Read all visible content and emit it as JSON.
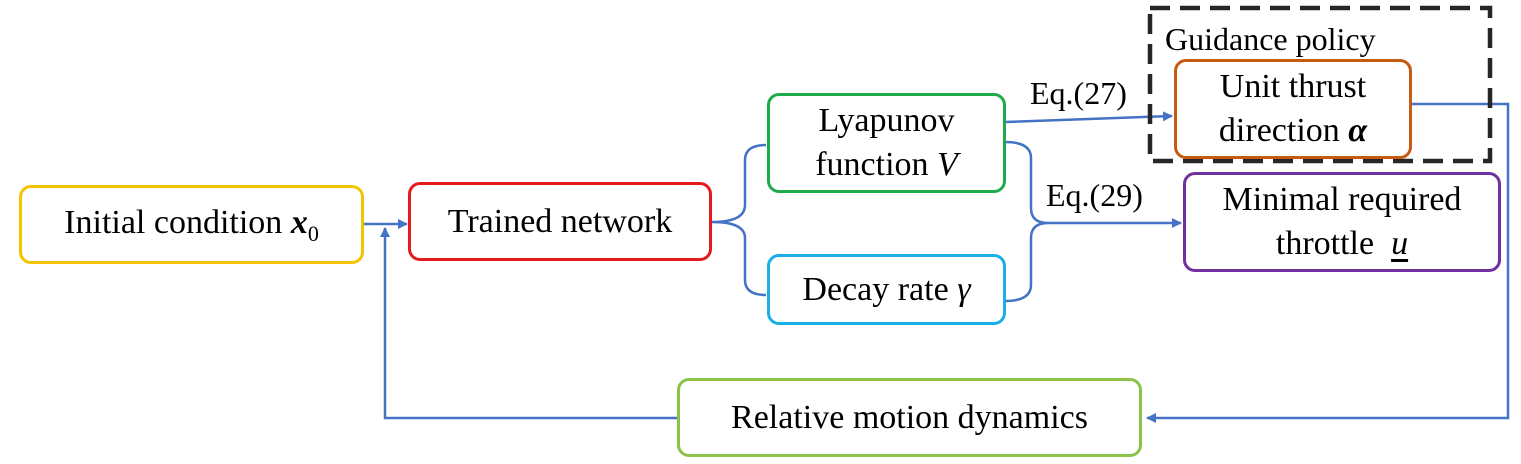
{
  "colors": {
    "connector": "#4472C4",
    "initial_border": "#F5C400",
    "trained_border": "#E41A1C",
    "lyapunov_border": "#1FAA4B",
    "decay_border": "#1AAFE6",
    "thrust_border": "#C55A11",
    "throttle_border": "#7030A0",
    "dynamics_border": "#8BC34A",
    "policy_border": "#262626"
  },
  "nodes": {
    "initial_condition": {
      "text": "Initial condition ",
      "symbol": "x",
      "subscript": "0"
    },
    "trained_network": {
      "text": "Trained network"
    },
    "lyapunov": {
      "line1": "Lyapunov",
      "line2": "function ",
      "symbol": "V"
    },
    "decay_rate": {
      "text": "Decay rate ",
      "symbol": "γ"
    },
    "unit_thrust": {
      "line1": "Unit thrust",
      "line2": "direction ",
      "symbol": "α"
    },
    "throttle": {
      "line1": "Minimal required",
      "line2": "throttle  ",
      "symbol": "u"
    },
    "dynamics": {
      "text": "Relative motion dynamics"
    }
  },
  "guidance_policy": {
    "title": "Guidance policy"
  },
  "edges": {
    "eq27": "Eq.(27)",
    "eq29": "Eq.(29)"
  }
}
